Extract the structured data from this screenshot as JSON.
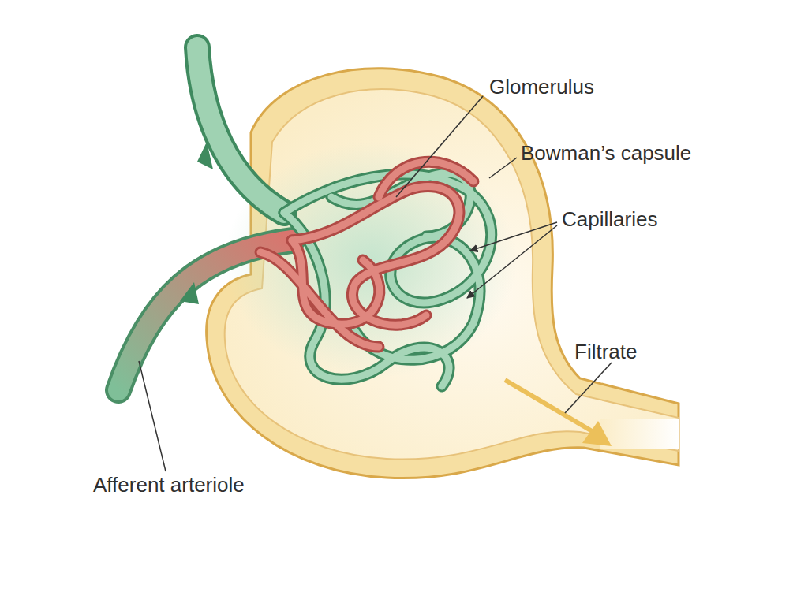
{
  "diagram": {
    "labels": [
      "Glomerulus",
      "Bowman’s capsule",
      "Capillaries",
      "Filtrate",
      "Afferent arteriole"
    ]
  }
}
